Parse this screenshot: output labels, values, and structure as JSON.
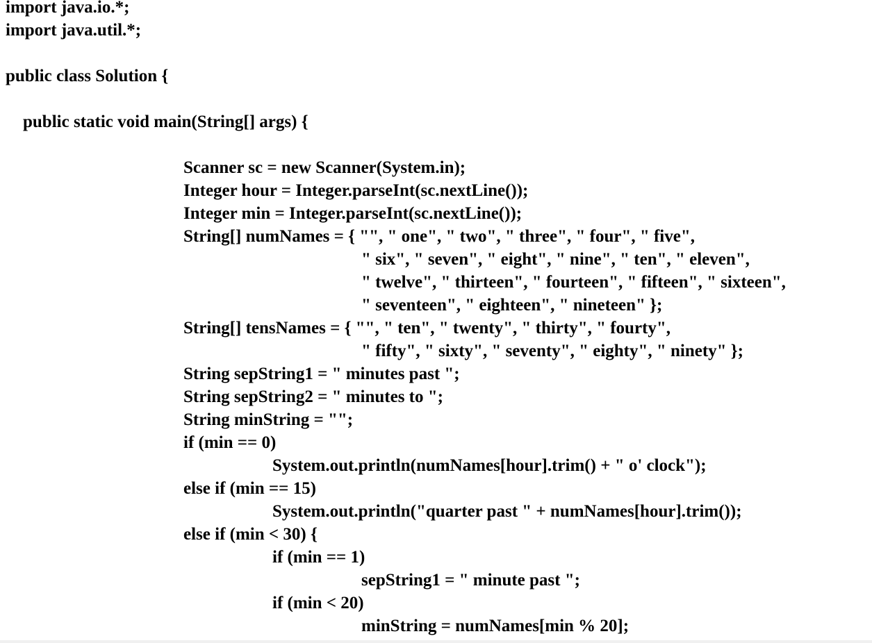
{
  "document": {
    "lines": [
      "import java.io.*;",
      "import java.util.*;",
      "",
      "public class Solution {",
      "",
      "public static void main(String[] args) {",
      "",
      "Scanner sc = new Scanner(System.in);",
      "Integer hour = Integer.parseInt(sc.nextLine());",
      "Integer min = Integer.parseInt(sc.nextLine());",
      "String[] numNames = { \"\", \" one\", \" two\", \" three\", \" four\", \" five\",",
      "\" six\", \" seven\", \" eight\", \" nine\", \" ten\", \" eleven\",",
      "\" twelve\", \" thirteen\", \" fourteen\", \" fifteen\", \" sixteen\",",
      "\" seventeen\", \" eighteen\", \" nineteen\" };",
      "String[] tensNames = { \"\", \" ten\", \" twenty\", \" thirty\", \" fourty\",",
      "\" fifty\", \" sixty\", \" seventy\", \" eighty\", \" ninety\" };",
      "String sepString1 = \" minutes past \";",
      "String sepString2 = \" minutes to \";",
      "String minString = \"\";",
      "if (min == 0)",
      "System.out.println(numNames[hour].trim() + \" o' clock\");",
      "else if (min == 15)",
      "System.out.println(\"quarter past \" + numNames[hour].trim());",
      "else if (min < 30) {",
      "if (min == 1)",
      "sepString1 = \" minute past \";",
      "if (min < 20)",
      "minString = numNames[min % 20];"
    ]
  }
}
